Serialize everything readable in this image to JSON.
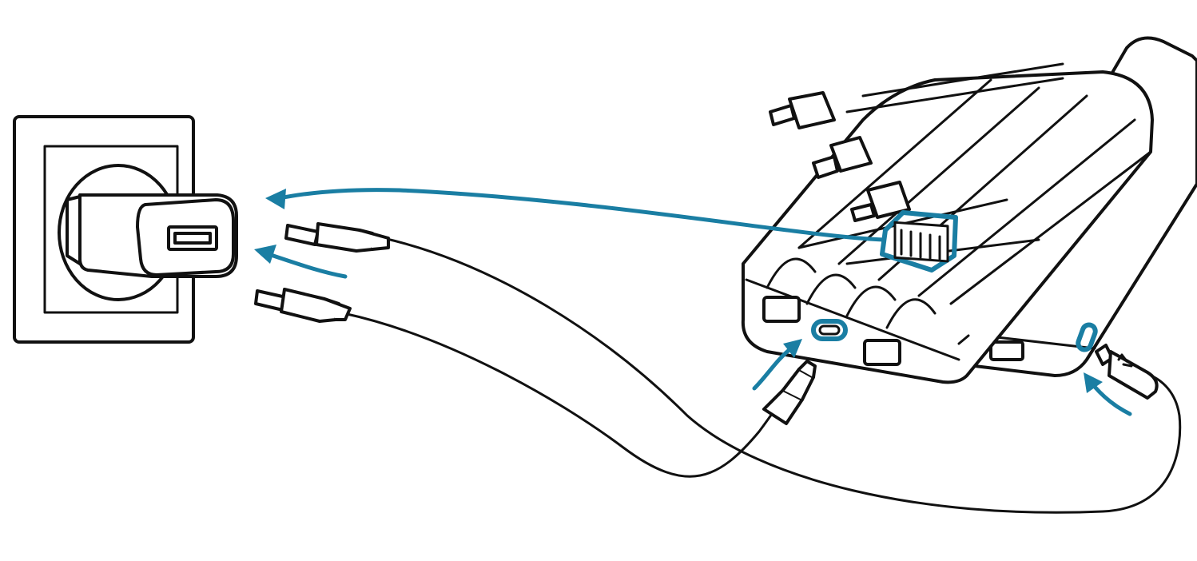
{
  "diagram": {
    "colors": {
      "line": "#111111",
      "accent": "#1a7ea3",
      "background": "#ffffff"
    },
    "components": [
      {
        "id": "wall-socket",
        "icon": "wall-socket-icon"
      },
      {
        "id": "wall-charger",
        "icon": "usb-wall-charger-icon"
      },
      {
        "id": "usb-a-cable-1",
        "icon": "usb-a-plug-icon"
      },
      {
        "id": "usb-a-cable-2",
        "icon": "usb-a-plug-icon"
      },
      {
        "id": "usb-c-cable",
        "icon": "usb-c-plug-icon"
      },
      {
        "id": "micro-usb-cable",
        "icon": "micro-usb-plug-icon"
      },
      {
        "id": "power-bank",
        "icon": "power-bank-icon"
      },
      {
        "id": "built-in-usb-a-plug",
        "icon": "usb-a-port-highlight-icon"
      },
      {
        "id": "usb-c-port",
        "icon": "usb-c-port-highlight-icon"
      },
      {
        "id": "micro-usb-port",
        "icon": "micro-usb-port-highlight-icon"
      }
    ]
  }
}
